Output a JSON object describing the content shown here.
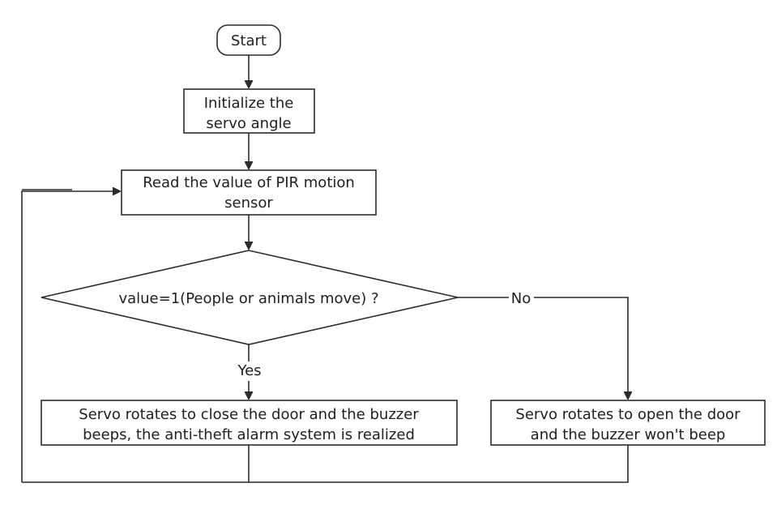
{
  "flowchart": {
    "start": {
      "label": "Start"
    },
    "init": {
      "lines": [
        "Initialize the",
        "servo angle"
      ]
    },
    "read": {
      "lines": [
        "Read the value of PIR motion",
        "sensor"
      ]
    },
    "decision": {
      "label": "value=1(People or animals move) ?"
    },
    "yes_label": "Yes",
    "no_label": "No",
    "close_action": {
      "lines": [
        "Servo rotates to close the door and the buzzer",
        "beeps, the anti-theft alarm system is realized"
      ]
    },
    "open_action": {
      "lines": [
        "Servo rotates to open the door",
        "and the buzzer won't beep"
      ]
    }
  },
  "colors": {
    "stroke": "#2b2b2b",
    "text": "#1f1f1f",
    "background": "#ffffff"
  }
}
